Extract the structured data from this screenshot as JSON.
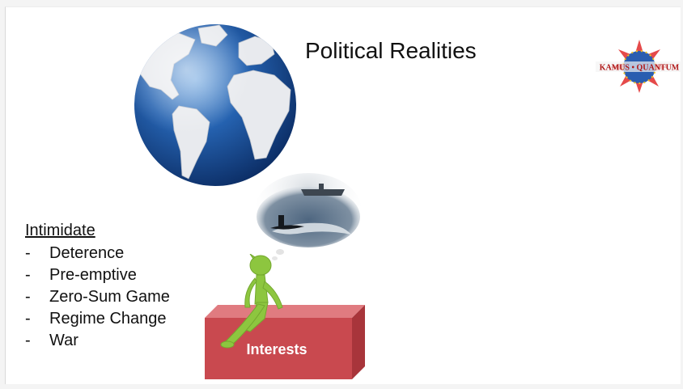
{
  "slide": {
    "title": "Political Realities",
    "logo_text": "KAMUS QUANTUM",
    "section_heading": "Intimidate",
    "bullet_marker": "-",
    "items": [
      "Deterence",
      "Pre-emptive",
      "Zero-Sum Game",
      "Regime Change",
      "War"
    ],
    "box_label": "Interests"
  },
  "colors": {
    "box_red": "#c9494f",
    "figure_green": "#8dc63f",
    "globe_blue": "#1d4f8f"
  },
  "icons": [
    "globe-image",
    "warship-submarine-image",
    "green-figure-image",
    "kamus-quantum-logo"
  ]
}
